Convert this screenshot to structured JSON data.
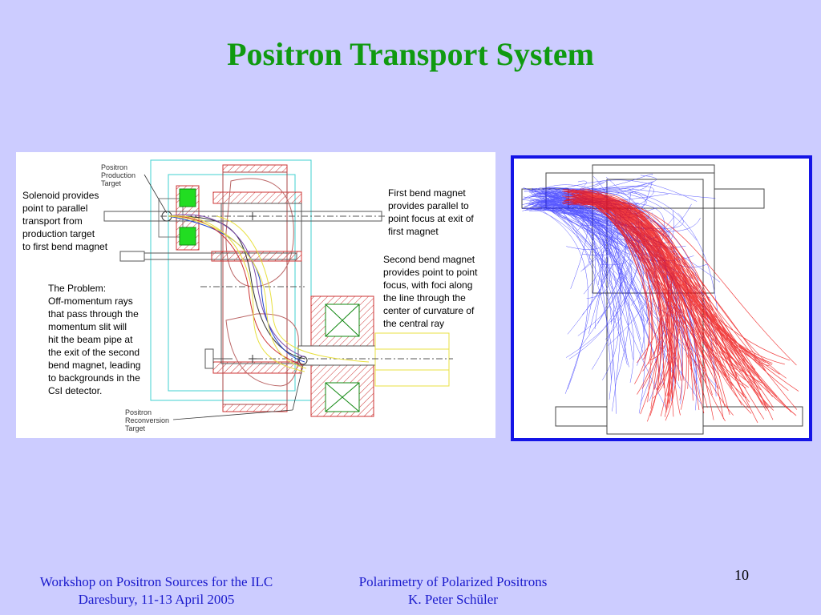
{
  "slide": {
    "title": "Positron Transport System",
    "page_number": "10"
  },
  "left_figure": {
    "annotations": {
      "production_target": "Positron\nProduction\nTarget",
      "solenoid": "Solenoid provides\npoint to parallel\ntransport from\nproduction target\nto first bend magnet",
      "problem": "The Problem:\nOff-momentum rays\nthat pass through the\nmomentum slit will\nhit the beam pipe at\nthe exit of the second\nbend magnet, leading\nto backgrounds in the\nCsI detector.",
      "reconversion_target": "Positron\nReconversion\nTarget",
      "first_bend": "First bend magnet\nprovides parallel to\npoint focus at exit of\nfirst magnet",
      "second_bend": "Second bend magnet\nprovides point to point\nfocus, with foci along\nthe line through the\ncenter of curvature of\nthe central ray"
    },
    "colors": {
      "coil_green": "#22dd22",
      "hatch_red": "#cc3333",
      "outline_cyan": "#40d0d0",
      "ray_yellow": "#e8e040"
    }
  },
  "right_figure": {
    "colors": {
      "ray_blue": "#2020ff",
      "ray_red": "#ee1111",
      "border": "#1414e6"
    }
  },
  "footer": {
    "left": "Workshop on Positron Sources for the ILC\nDaresbury, 11-13 April 2005",
    "center": "Polarimetry of Polarized Positrons\nK. Peter Schüler"
  }
}
